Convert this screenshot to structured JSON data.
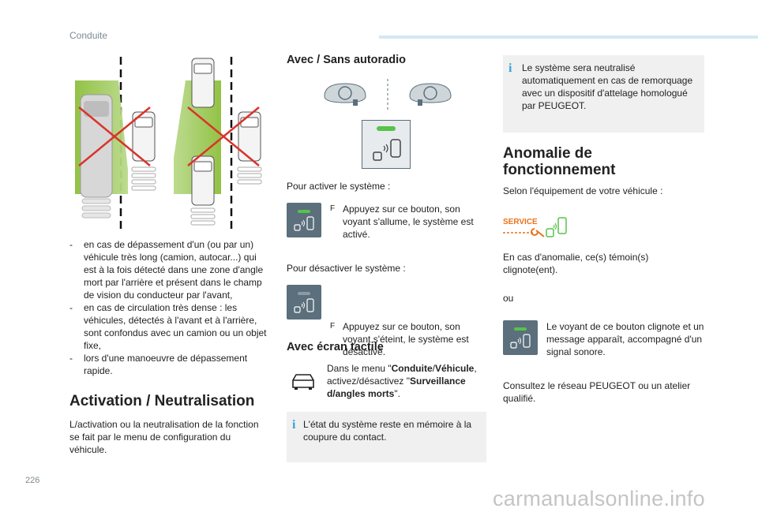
{
  "header": {
    "section": "Conduite"
  },
  "footer": {
    "page_number": "226",
    "watermark": "carmanualsonline.info"
  },
  "left": {
    "bullets": [
      "en cas de dépassement d'un (ou par un) véhicule très long (camion, autocar...) qui est à la fois détecté dans une zone d'angle mort par l'arrière et présent dans le champ de vision du conducteur par l'avant,",
      "en cas de circulation très dense : les véhicules, détectés à l'avant et à l'arrière, sont confondus avec un camion ou un objet fixe,",
      "lors d'une manoeuvre de dépassement rapide."
    ],
    "bullet_marker": "-",
    "activation_title": "Activation / Neutralisation",
    "activation_text": "L/activation ou la neutralisation de la fonction se fait par le menu de configuration du véhicule."
  },
  "middle": {
    "autoradio_title": "Avec / Sans autoradio",
    "activate_intro": "Pour activer le système :",
    "activate_step": "Appuyez sur ce bouton, son voyant s'allume, le système est activé.",
    "deactivate_intro": "Pour désactiver le système :",
    "deactivate_step": "Appuyez sur ce bouton, son voyant s'éteint, le système est désactivé.",
    "step_marker": "F",
    "touch_title": "Avec écran tactile",
    "touch_text_pre": "Dans le menu \"",
    "touch_menu": "Conduite",
    "touch_sep": "/",
    "touch_menu2": "Véhicule",
    "touch_text_mid": ", activez/désactivez \"",
    "touch_option": "Surveillance d/angles morts",
    "touch_text_post": "\".",
    "memory_info": "L'état du système reste en mémoire à la coupure du contact."
  },
  "right": {
    "tow_info": "Le système sera neutralisé automatiquement en cas de remorquage avec un dispositif d'attelage homologué par PEUGEOT.",
    "anomaly_title": "Anomalie de fonctionnement",
    "equipment_text": "Selon l'équipement de votre véhicule :",
    "service_label": "SERVICE",
    "blink_text": "En cas d'anomalie, ce(s) témoin(s) clignote(ent).",
    "or_text": "ou",
    "button_blink_text": "Le voyant de ce bouton clignote et un message apparaît, accompagné d'un signal sonore.",
    "consult_text": "Consultez le réseau PEUGEOT ou un atelier qualifié."
  },
  "colors": {
    "green_zone": "#8dbf3c",
    "red_cross": "#d9342b",
    "info_icon": "#3aa1d8",
    "service_orange": "#e9741d",
    "indicator_green": "#58c24a",
    "header_bar": "#d2e8f6"
  }
}
